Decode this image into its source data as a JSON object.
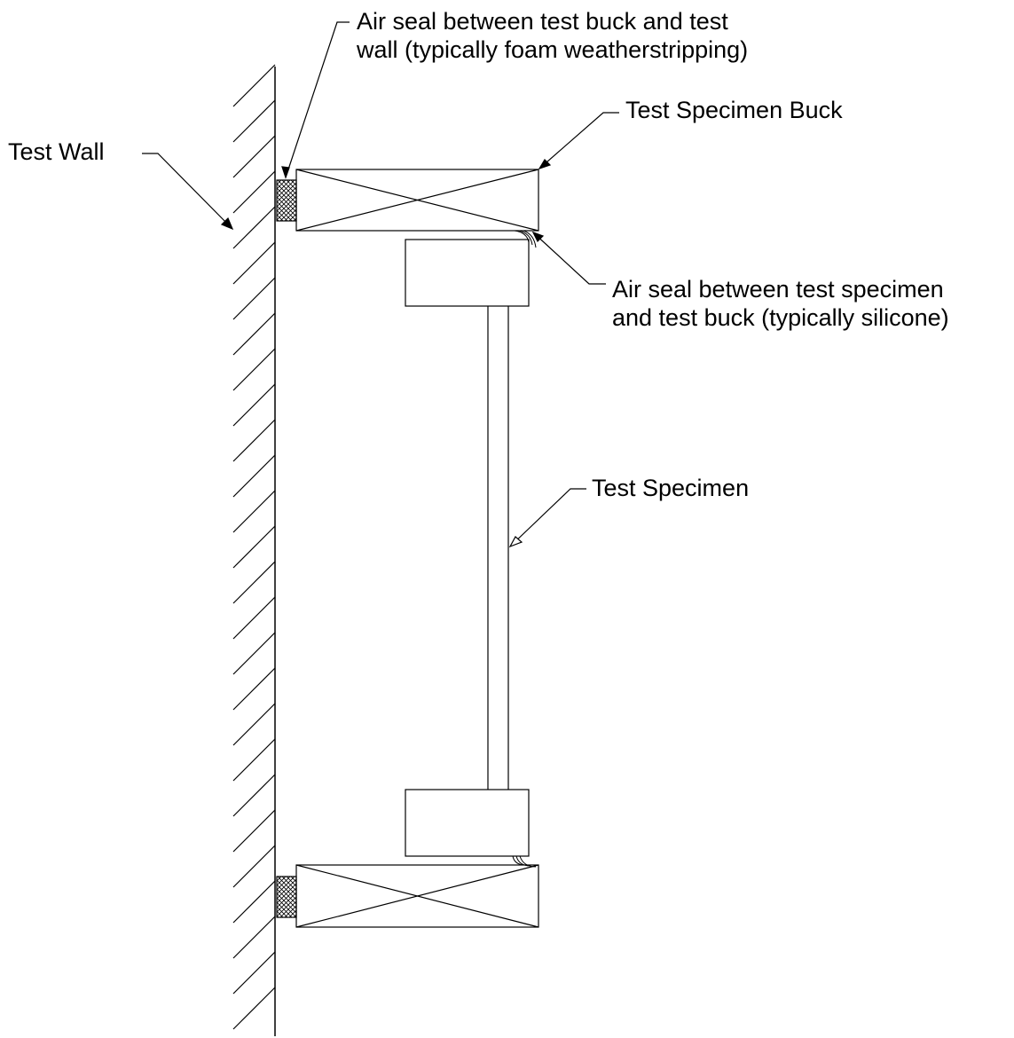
{
  "labels": {
    "seal_wall_line1": "Air seal between test buck and test",
    "seal_wall_line2": "wall (typically foam weatherstripping)",
    "buck": "Test Specimen Buck",
    "wall": "Test Wall",
    "seal_spec_line1": "Air seal between test specimen",
    "seal_spec_line2": "and test buck (typically silicone)",
    "specimen": "Test Specimen"
  },
  "colors": {
    "line": "#000000",
    "background": "#ffffff"
  }
}
